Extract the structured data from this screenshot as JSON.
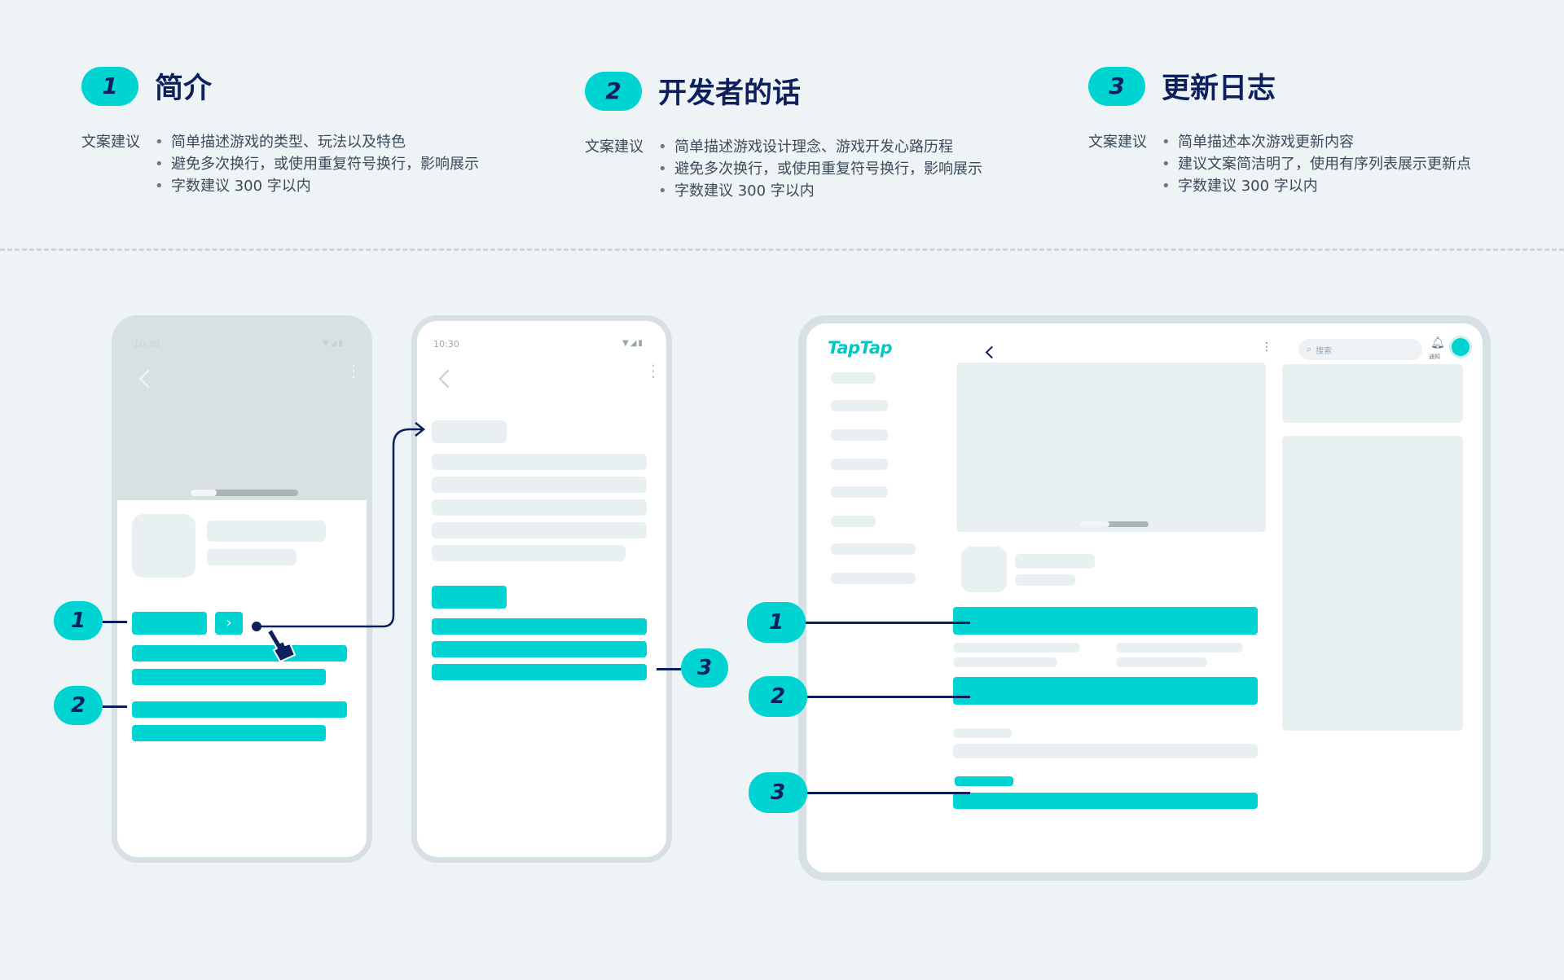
{
  "sections": [
    {
      "number": "1",
      "title": "简介",
      "label": "文案建议",
      "bullets": [
        "简单描述游戏的类型、玩法以及特色",
        "避免多次换行，或使用重复符号换行，影响展示",
        "字数建议 300 字以内"
      ]
    },
    {
      "number": "2",
      "title": "开发者的话",
      "label": "文案建议",
      "bullets": [
        "简单描述游戏设计理念、游戏开发心路历程",
        "避免多次换行，或使用重复符号换行，影响展示",
        "字数建议 300 字以内"
      ]
    },
    {
      "number": "3",
      "title": "更新日志",
      "label": "文案建议",
      "bullets": [
        "简单描述本次游戏更新内容",
        "建议文案简洁明了，使用有序列表展示更新点",
        "字数建议 300 字以内"
      ]
    }
  ],
  "phone1": {
    "time": "10:30",
    "status_icons": "▼◢▮"
  },
  "phone2": {
    "time": "10:30",
    "status_icons": "▼◢▮"
  },
  "callouts": {
    "one": "1",
    "two": "2",
    "three": "3"
  },
  "tablet": {
    "logo": "TapTap",
    "search_placeholder": "搜索",
    "notify_label": "通知"
  },
  "colors": {
    "accent": "#00d4d2",
    "navy": "#0d1f5c",
    "skeleton": "#e9f0f1",
    "background": "#eef3f5"
  },
  "icons": [
    "chevron-left-icon",
    "more-vertical-icon",
    "hand-pointer-icon",
    "search-icon",
    "bell-icon",
    "avatar-icon",
    "chevron-right-icon"
  ]
}
